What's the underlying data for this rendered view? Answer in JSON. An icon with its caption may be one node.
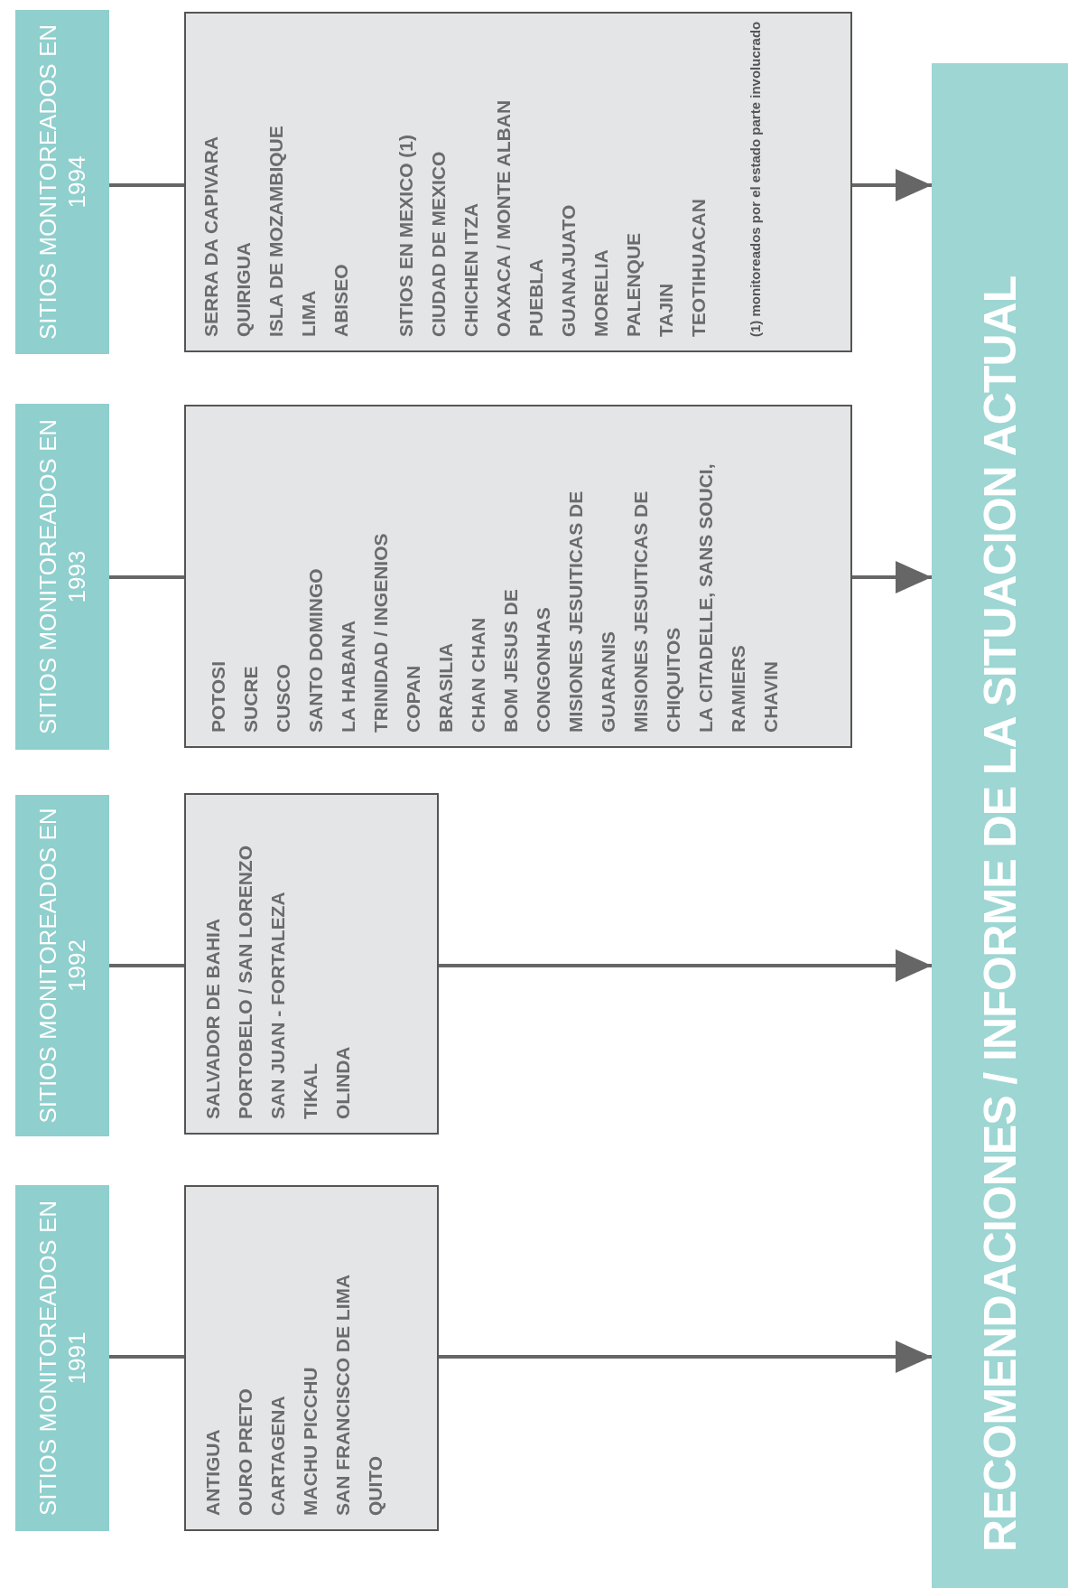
{
  "diagram": {
    "nodes": [
      {
        "text": [
          "SITIOS MONITOREADOS EN 1991"
        ]
      },
      {
        "text": [
          "ANTIGUA",
          "OURO PRETO",
          "CARTAGENA",
          "MACHU PICCHU",
          "SAN FRANCISCO DE LIMA",
          "QUITO"
        ]
      },
      {
        "text": [
          "SITIOS MONITOREADOS EN 1992"
        ]
      },
      {
        "text": [
          "SALVADOR DE BAHIA",
          "PORTOBELO / SAN LORENZO",
          "SAN JUAN - FORTALEZA",
          "TIKAL",
          "OLINDA"
        ]
      },
      {
        "text": [
          "SITIOS MONITOREADOS EN 1993"
        ]
      },
      {
        "text": [
          "POTOSI",
          "SUCRE",
          "CUSCO",
          "SANTO DOMINGO",
          "LA HABANA",
          "TRINIDAD / INGENIOS",
          "COPAN",
          "BRASILIA",
          "CHAN CHAN",
          "BOM JESUS DE CONGONHAS",
          "MISIONES JESUITICAS DE GUARANIS",
          "MISIONES JESUITICAS DE CHIQUITOS",
          "LA CITADELLE, SANS SOUCI, RAMIERS",
          "CHAVIN"
        ]
      },
      {
        "text": [
          "SITIOS MONITOREADOS EN 1994"
        ]
      },
      {
        "text": [
          "SERRA DA CAPIVARA",
          "QUIRIGUA",
          "ISLA DE MOZAMBIQUE",
          "LIMA",
          "ABISEO",
          "SITIOS EN MEXICO (1)",
          "CIUDAD DE MEXICO",
          "CHICHEN ITZA",
          "OAXACA / MONTE ALBAN",
          "PUEBLA",
          "GUANAJUATO",
          "MORELIA",
          "PALENQUE",
          "TAJIN",
          "TEOTIHUACAN",
          "(1) monitoreados por el estado parte involucrado"
        ]
      },
      {
        "text": [
          "RECOMENDACIONES / INFORME DE LA SITUACION ACTUAL"
        ]
      }
    ],
    "edges": [
      {
        "from": 0,
        "to": 1,
        "arrow": "none"
      },
      {
        "from": 1,
        "to": 8,
        "arrow": "to"
      },
      {
        "from": 2,
        "to": 3,
        "arrow": "none"
      },
      {
        "from": 3,
        "to": 8,
        "arrow": "to"
      },
      {
        "from": 4,
        "to": 5,
        "arrow": "none"
      },
      {
        "from": 5,
        "to": 8,
        "arrow": "to"
      },
      {
        "from": 6,
        "to": 7,
        "arrow": "none"
      },
      {
        "from": 7,
        "to": 8,
        "arrow": "to"
      }
    ]
  }
}
